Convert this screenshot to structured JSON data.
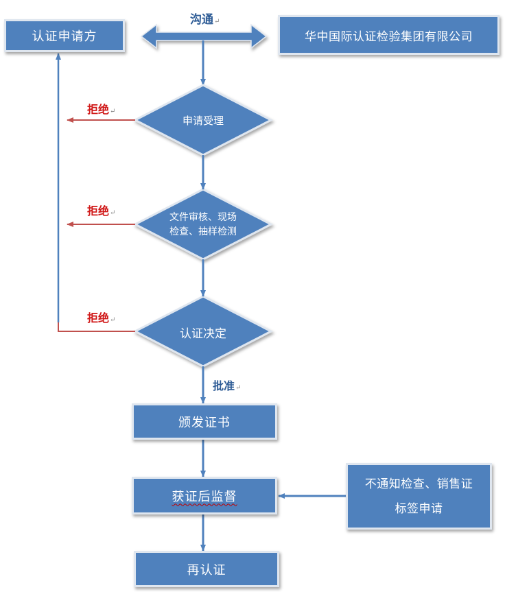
{
  "nodes": {
    "applicant": "认证申请方",
    "company": "华中国际认证检验集团有限公司",
    "accept": "申请受理",
    "review_line1": "文件审核、现场",
    "review_line2": "检查、抽样检测",
    "decision": "认证决定",
    "issue": "颁发证书",
    "supervision": "获证后监督",
    "recert": "再认证",
    "inspection_line1": "不通知检查、销售证",
    "inspection_line2": "标签申请"
  },
  "labels": {
    "communicate": "沟通",
    "reject": "拒绝",
    "approve": "批准"
  },
  "colors": {
    "box_fill": "#4f81bd",
    "line_blue": "#4f81bd",
    "line_red": "#c0504d"
  }
}
